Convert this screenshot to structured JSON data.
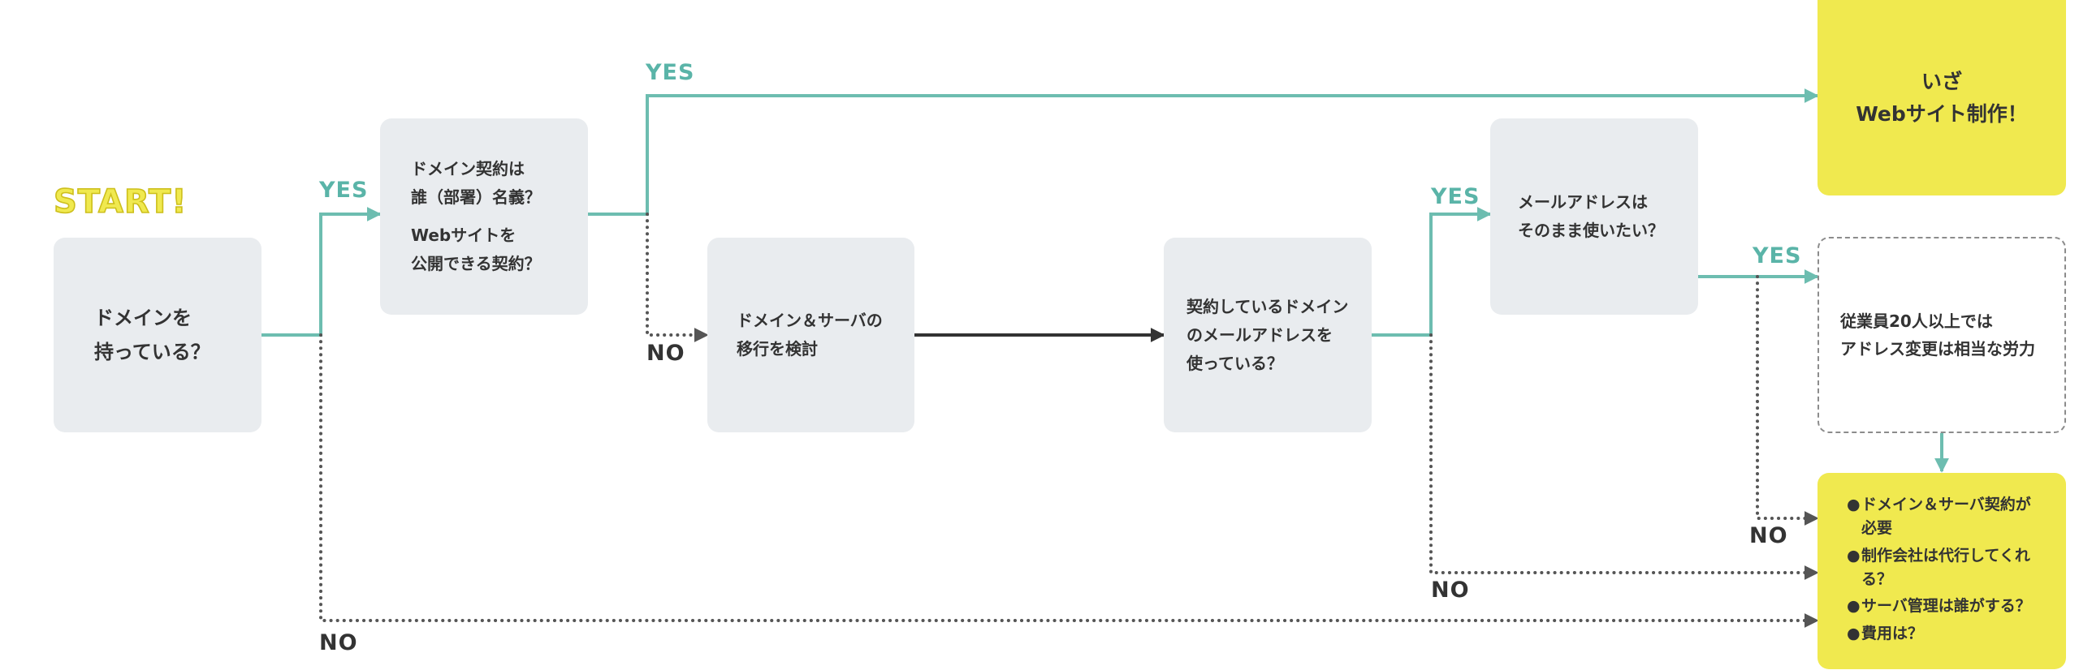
{
  "start": {
    "label": "START!"
  },
  "nodes": {
    "q1": {
      "lines": [
        "ドメインを",
        "持っている？"
      ]
    },
    "q2": {
      "lines_a": [
        "ドメイン契約は",
        "誰（部署）名義？"
      ],
      "lines_b": [
        "Webサイトを",
        "公開できる契約？"
      ]
    },
    "migrate": {
      "lines": [
        "ドメイン＆サーバの",
        "移行を検討"
      ]
    },
    "q3": {
      "lines": [
        "契約しているドメイン",
        "のメールアドレスを",
        "使っている？"
      ]
    },
    "q4": {
      "lines": [
        "メールアドレスは",
        "そのまま使いたい？"
      ]
    },
    "goal": {
      "lines": [
        "いざ",
        "Webサイト制作！"
      ]
    },
    "note": {
      "lines": [
        "従業員20人以上では",
        "アドレス変更は相当な労力"
      ]
    },
    "checklist": {
      "items": [
        "ドメイン＆サーバ契約が必要",
        "制作会社は代行してくれる？",
        "サーバ管理は誰がする？",
        "費用は？"
      ],
      "bullet": "●"
    }
  },
  "edge_labels": {
    "yes": "YES",
    "no": "NO"
  },
  "colors": {
    "yes_line": "#6dbdb0",
    "no_line": "#555555",
    "flow_line": "#333333",
    "gray_box": "#e9ecef",
    "yellow_box": "#f0e94f",
    "yes_text": "#5ab4a8"
  }
}
